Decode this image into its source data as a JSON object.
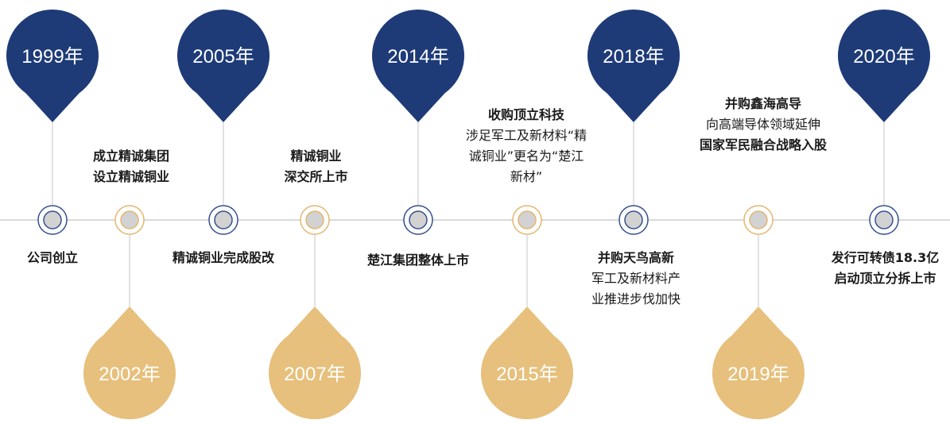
{
  "colors": {
    "navy": "#1e3b78",
    "gold": "#e6c07c",
    "axis": "#d9d9d9",
    "marker_fill": "#d2d2d2",
    "navy_ring": "#34508e",
    "gold_ring": "#e4b66e"
  },
  "milestones": [
    {
      "year": "1999年",
      "side": "top",
      "bold": "公司创立",
      "normal": ""
    },
    {
      "year": "2002年",
      "side": "bottom",
      "bold": "成立精诚集团\n设立精诚铜业",
      "normal": ""
    },
    {
      "year": "2005年",
      "side": "top",
      "bold": "精诚铜业完成股改",
      "normal": ""
    },
    {
      "year": "2007年",
      "side": "bottom",
      "bold": "精诚铜业\n深交所上市",
      "normal": ""
    },
    {
      "year": "2014年",
      "side": "top",
      "bold": "楚江集团整体上市",
      "normal": ""
    },
    {
      "year": "2015年",
      "side": "bottom",
      "bold": "收购顶立科技",
      "normal": "涉足军工及新材料“精\n诚铜业”更名为“楚江\n新材”"
    },
    {
      "year": "2018年",
      "side": "top",
      "bold": "并购天鸟高新",
      "normal": "军工及新材料产\n业推进步伐加快"
    },
    {
      "year": "2019年",
      "side": "bottom",
      "bold": "并购鑫海高导",
      "normal": "向高端导体领域延伸",
      "bold2": "国家军民融合战略入股"
    },
    {
      "year": "2020年",
      "side": "top",
      "bold": "发行可转债18.3亿\n启动顶立分拆上市",
      "normal": ""
    }
  ]
}
